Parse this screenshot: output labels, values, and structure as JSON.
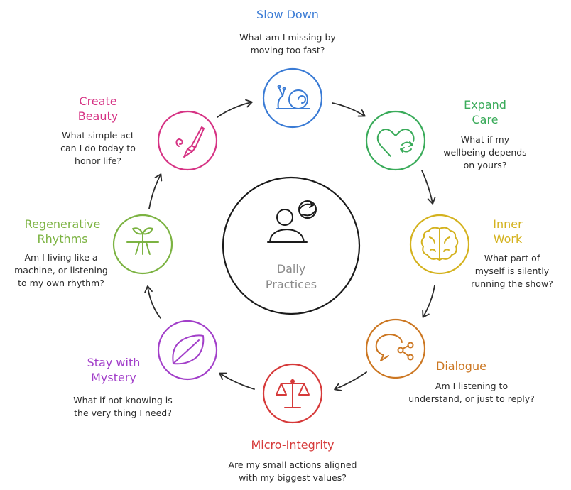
{
  "center": {
    "label": "Daily\nPractices",
    "icon": "two-heads-exchange-icon"
  },
  "colors": {
    "slow_down": "#3a7bd5",
    "expand_care": "#3aab5a",
    "inner_work": "#d4b21e",
    "dialogue": "#cc7722",
    "micro_integrity": "#d63a3a",
    "stay_with_mystery": "#a23fc9",
    "regenerative_rhythms": "#7cb342",
    "create_beauty": "#d63384"
  },
  "practices": [
    {
      "id": "slow_down",
      "title": "Slow Down",
      "question": "What am I missing by\nmoving too fast?",
      "icon": "snail-icon"
    },
    {
      "id": "expand_care",
      "title": "Expand\nCare",
      "question": "What if my\nwellbeing depends\non yours?",
      "icon": "heart-cycle-icon"
    },
    {
      "id": "inner_work",
      "title": "Inner\nWork",
      "question": "What part of\nmyself is silently\nrunning the show?",
      "icon": "brain-icon"
    },
    {
      "id": "dialogue",
      "title": "Dialogue",
      "question": "Am I listening to\nunderstand, or just to reply?",
      "icon": "speech-share-icon"
    },
    {
      "id": "micro_integrity",
      "title": "Micro-Integrity",
      "question": "Are my small actions aligned\nwith my biggest values?",
      "icon": "scales-icon"
    },
    {
      "id": "stay_with_mystery",
      "title": "Stay with\nMystery",
      "question": "What if not knowing is\nthe very thing I need?",
      "icon": "leaf-icon"
    },
    {
      "id": "regenerative_rhythms",
      "title": "Regenerative\nRhythms",
      "question": "Am I living like a\nmachine, or listening\nto my own rhythm?",
      "icon": "sprout-icon"
    },
    {
      "id": "create_beauty",
      "title": "Create\nBeauty",
      "question": "What simple act\ncan I do today to\nhonor life?",
      "icon": "paintbrush-icon"
    }
  ]
}
